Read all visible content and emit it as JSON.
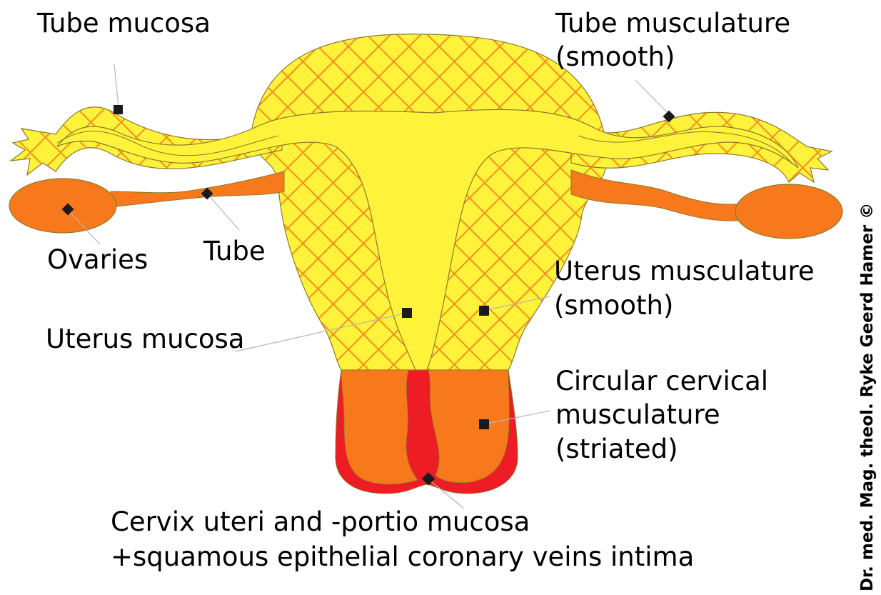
{
  "labels": {
    "tube_mucosa": "Tube mucosa",
    "tube_musculature_line1": "Tube musculature",
    "tube_musculature_line2": "(smooth)",
    "ovaries": "Ovaries",
    "tube": "Tube",
    "uterus_musculature_line1": "Uterus musculature",
    "uterus_musculature_line2": "(smooth)",
    "uterus_mucosa": "Uterus mucosa",
    "circular_cervical_line1": "Circular cervical",
    "circular_cervical_line2": "musculature",
    "circular_cervical_line3": "(striated)",
    "cervix_line1": "Cervix uteri and -portio mucosa",
    "cervix_line2": "+squamous epithelial coronary veins intima"
  },
  "credit": "Dr. med. Mag. theol. Ryke Geerd Hamer ©",
  "colors": {
    "yellow": "#fff23a",
    "hatch": "#f5901e",
    "orange": "#f7791c",
    "red": "#ee1c24",
    "outline": "#8a7a2a",
    "marker": "#1a1a1a"
  }
}
